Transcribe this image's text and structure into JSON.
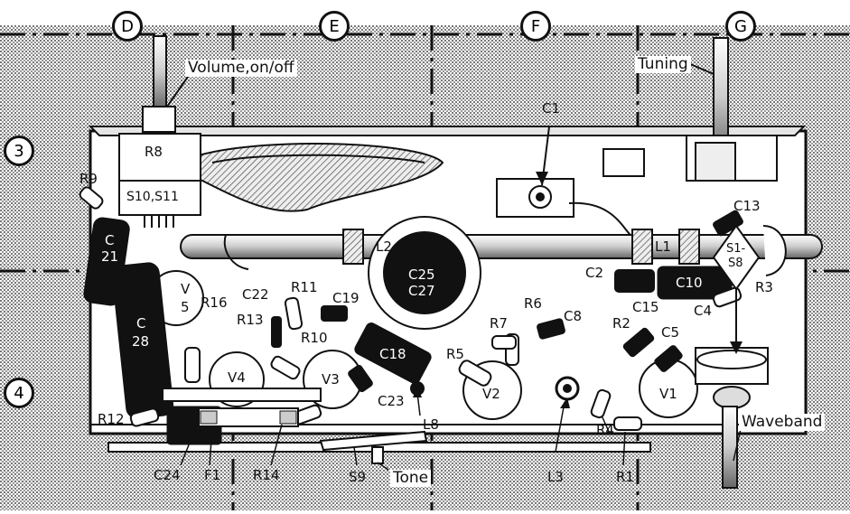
{
  "grid": {
    "columns": [
      "D",
      "E",
      "F",
      "G"
    ],
    "rows": [
      "3",
      "4"
    ]
  },
  "labels": {
    "volume": "Volume,on/off",
    "tuning": "Tuning",
    "waveband": "Waveband",
    "tone": "Tone"
  },
  "components": {
    "C1": "C1",
    "C2": "C2",
    "C4": "C4",
    "C5": "C5",
    "C8": "C8",
    "C10": "C10",
    "C13": "C13",
    "C15": "C15",
    "C18": "C18",
    "C19": "C19",
    "C21a": "C",
    "C21b": "21",
    "C22": "C22",
    "C23": "C23",
    "C24": "C24",
    "C25": "C25",
    "C27": "C27",
    "C28a": "C",
    "C28b": "28",
    "R1": "R1",
    "R2": "R2",
    "R3": "R3",
    "R4": "R4",
    "R5": "R5",
    "R6": "R6",
    "R7": "R7",
    "R8": "R8",
    "R9": "R9",
    "R10": "R10",
    "R11": "R11",
    "R12": "R12",
    "R13": "R13",
    "R14": "R14",
    "R16": "R16",
    "S10S11": "S10,S11",
    "S1": "S1-",
    "S8": "S8",
    "S9": "S9",
    "L1": "L1",
    "L2": "L2",
    "L3": "L3",
    "L8": "L8",
    "F1": "F1",
    "V1": "V1",
    "V2": "V2",
    "V3": "V3",
    "V4": "V4",
    "V5a": "V",
    "V5b": "5"
  }
}
